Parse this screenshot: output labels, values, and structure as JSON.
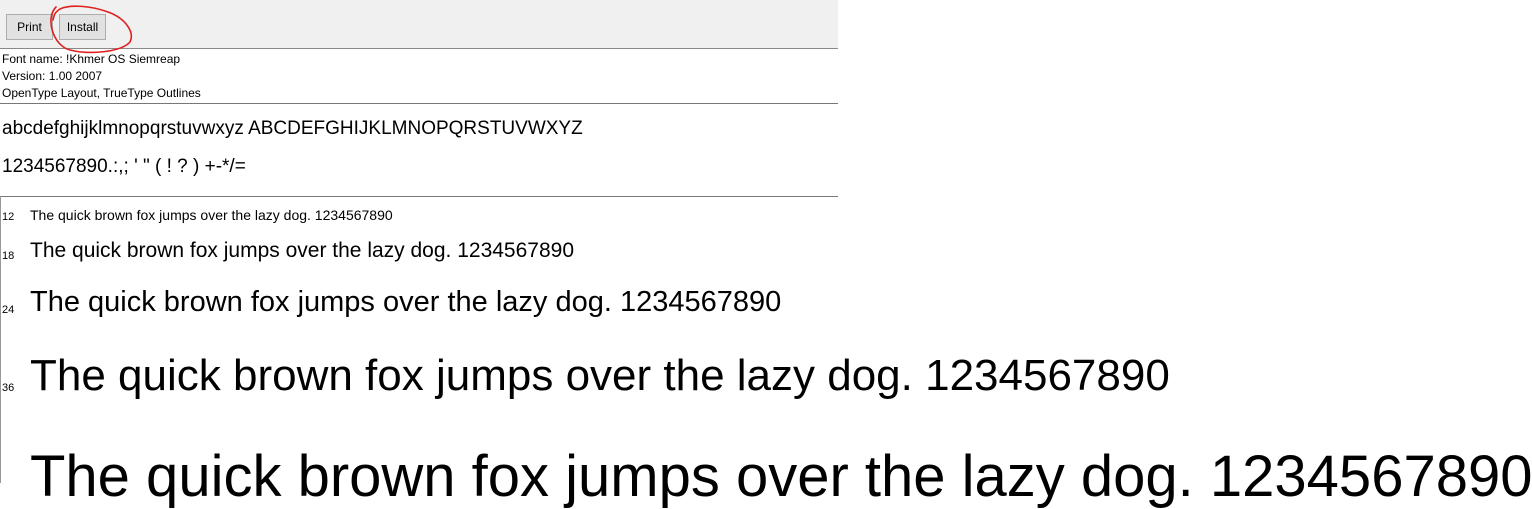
{
  "toolbar": {
    "print_label": "Print",
    "install_label": "Install",
    "annotation_color": "#e02020"
  },
  "font_info": {
    "name_line": "Font name: !Khmer OS Siemreap",
    "version_line": "Version: 1.00 2007",
    "format_line": "OpenType Layout, TrueType Outlines"
  },
  "charset": {
    "letters": "abcdefghijklmnopqrstuvwxyz ABCDEFGHIJKLMNOPQRSTUVWXYZ",
    "digits": "1234567890.:,; ' \" ( ! ? ) +-*/="
  },
  "samples": [
    {
      "size": "12",
      "text": "The quick brown fox jumps over the lazy dog. 1234567890"
    },
    {
      "size": "18",
      "text": "The quick brown fox jumps over the lazy dog. 1234567890"
    },
    {
      "size": "24",
      "text": "The quick brown fox jumps over the lazy dog. 1234567890"
    },
    {
      "size": "36",
      "text": "The quick brown fox jumps over the lazy dog. 1234567890"
    },
    {
      "size": "",
      "text": "The quick brown fox jumps over the lazy dog. 1234567890"
    }
  ]
}
